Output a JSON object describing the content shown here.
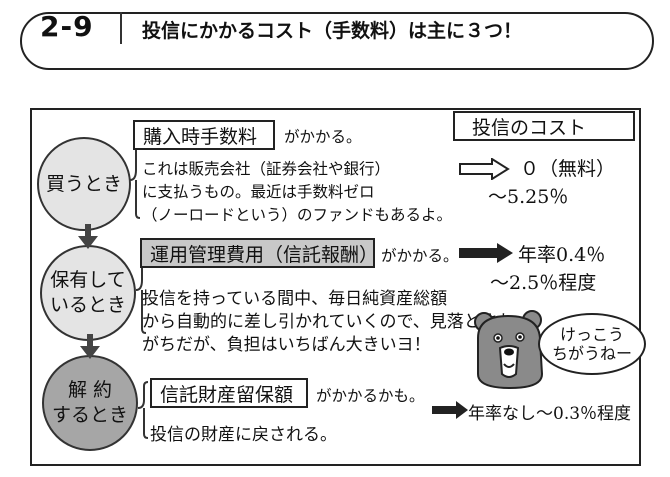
{
  "header": {
    "chapter_number": "2-9",
    "title": "投信にかかるコスト（手数料）は主に３つ！"
  },
  "diagram": {
    "tag": "投信のコスト",
    "stages": [
      {
        "circle_line1": "買うとき",
        "circle_line2": "",
        "fee_label": "購入時手数料",
        "fee_suffix": "がかかる。",
        "desc_lines": [
          "これは販売会社（証券会社や銀行）",
          "に支払うもの。最近は手数料ゼロ",
          "（ノーロードという）のファンドもあるよ。"
        ],
        "result_line1": "０（無料）",
        "result_line2": "～5.25％"
      },
      {
        "circle_line1": "保有して",
        "circle_line2": "いるとき",
        "fee_label": "運用管理費用（信託報酬）",
        "fee_suffix": "がかかる。",
        "desc_lines": [
          "投信を持っている間中、毎日純資産総額",
          "から自動的に差し引かれていくので、見落とされ",
          "がちだが、負担はいちばん大きいヨ！"
        ],
        "result_line1": "年率0.4％",
        "result_line2": "～2.5％程度"
      },
      {
        "circle_line1": "解 約",
        "circle_line2": "するとき",
        "fee_label": "信託財産留保額",
        "fee_suffix": "がかかるかも。",
        "desc_lines": [
          "投信の財産に戻される。"
        ],
        "result_line1": "年率なし～0.3％程度",
        "result_line2": ""
      }
    ],
    "speech_line1": "けっこう",
    "speech_line2": "ちがうねー"
  }
}
